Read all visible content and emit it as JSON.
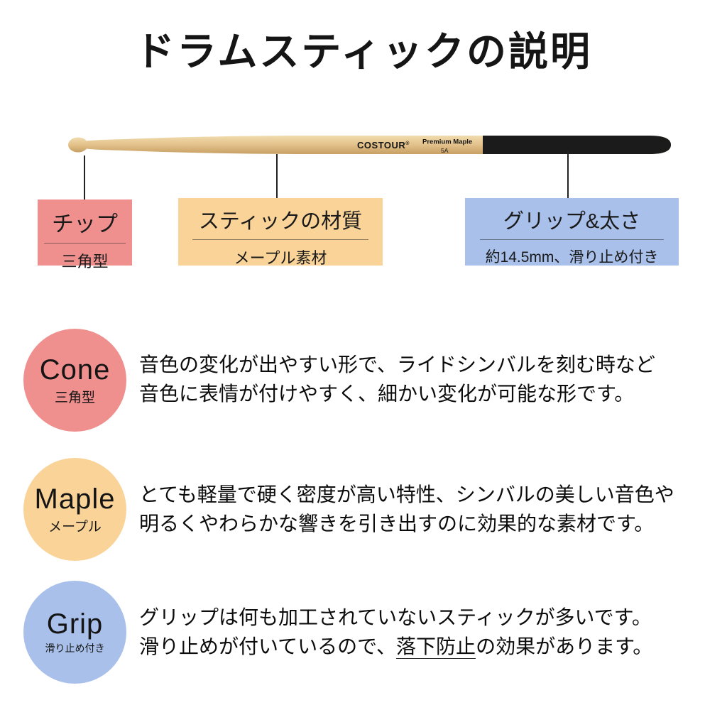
{
  "page": {
    "title": "ドラムスティックの説明"
  },
  "stick": {
    "brand": "COSTOUR",
    "brand_reg": "®",
    "model": "Premium Maple",
    "size": "5A",
    "wood_color": "#e3c18a",
    "grip_color": "#1b1b1b"
  },
  "callouts": [
    {
      "title": "チップ",
      "subtitle": "三角型",
      "color": "#f0908e"
    },
    {
      "title": "スティックの材質",
      "subtitle": "メープル素材",
      "color": "#fad398"
    },
    {
      "title": "グリップ&太さ",
      "subtitle": "約14.5mm、滑り止め付き",
      "color": "#a8c0ea"
    }
  ],
  "sections": [
    {
      "badge_en": "Cone",
      "badge_ja": "三角型",
      "color": "#f0908e",
      "line1": "音色の変化が出やすい形で、ライドシンバルを刻む時など",
      "line2": "音色に表情が付けやすく、細かい変化が可能な形です。"
    },
    {
      "badge_en": "Maple",
      "badge_ja": "メープル",
      "color": "#fad398",
      "line1": "とても軽量で硬く密度が高い特性、シンバルの美しい音色や",
      "line2": "明るくやわらかな響きを引き出すのに効果的な素材です。"
    },
    {
      "badge_en": "Grip",
      "badge_ja": "滑り止め付き",
      "color": "#a8c0ea",
      "line1": "グリップは何も加工されていないスティックが多いです。",
      "line2_before": "滑り止めが付いているので、",
      "line2_underline": "落下防止",
      "line2_after": "の効果があります。"
    }
  ]
}
